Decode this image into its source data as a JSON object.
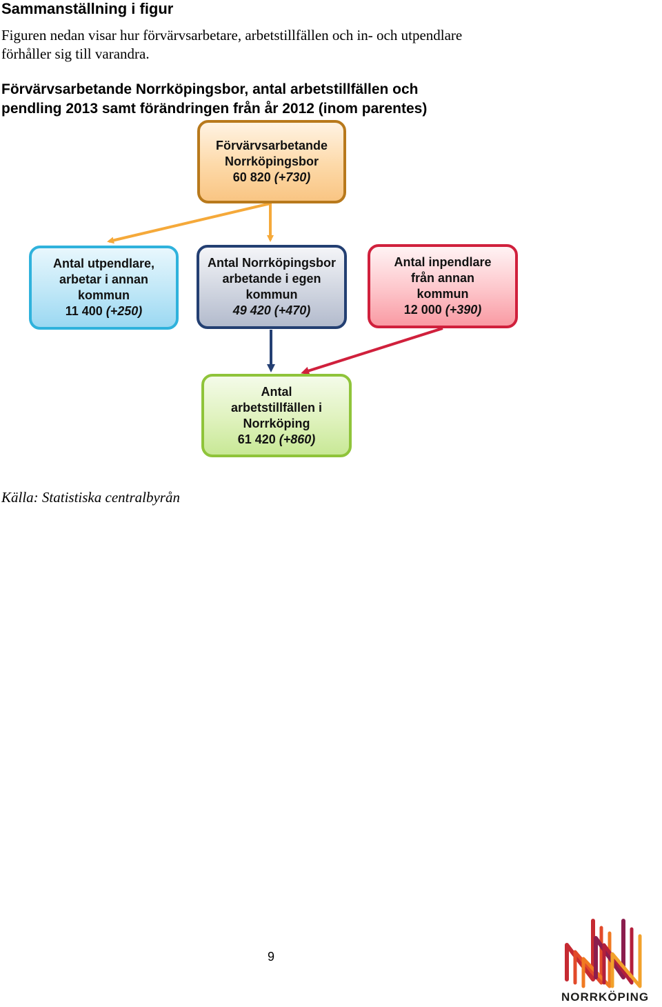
{
  "section_title": "Sammanställning i figur",
  "intro_line1": "Figuren nedan visar hur förvärvsarbetare, arbetstillfällen och in- och utpendlare",
  "intro_line2": "förhåller sig till varandra.",
  "figure_title_line1": "Förvärvsarbetande Norrköpingsbor, antal arbetstillfällen och",
  "figure_title_line2": "pendling 2013 samt förändringen från år 2012 (inom parentes)",
  "boxes": {
    "top": {
      "line1": "Förvärvsarbetande",
      "line2": "Norrköpingsbor",
      "value": "60 820",
      "change": "(+730)"
    },
    "out": {
      "line1": "Antal utpendlare,",
      "line2": "arbetar i annan",
      "line3": "kommun",
      "value": "11 400",
      "change": "(+250)"
    },
    "own": {
      "line1": "Antal Norrköpingsbor",
      "line2": "arbetande i egen",
      "line3": "kommun",
      "value_change": "49 420 (+470)"
    },
    "in": {
      "line1": "Antal inpendlare",
      "line2": "från annan",
      "line3": "kommun",
      "value": "12 000",
      "change": "(+390)"
    },
    "jobs": {
      "line1": "Antal",
      "line2": "arbetstillfällen i",
      "line3": "Norrköping",
      "value": "61 420",
      "change": "(+860)"
    }
  },
  "colors": {
    "orange_arrow": "#f5a93a",
    "navy_arrow": "#243f73",
    "red_arrow": "#d0203c"
  },
  "source": "Källa: Statistiska centralbyrån",
  "page_number": "9",
  "logo": {
    "icon": "norrkoping-logo-icon",
    "text": "NORRKÖPING"
  }
}
